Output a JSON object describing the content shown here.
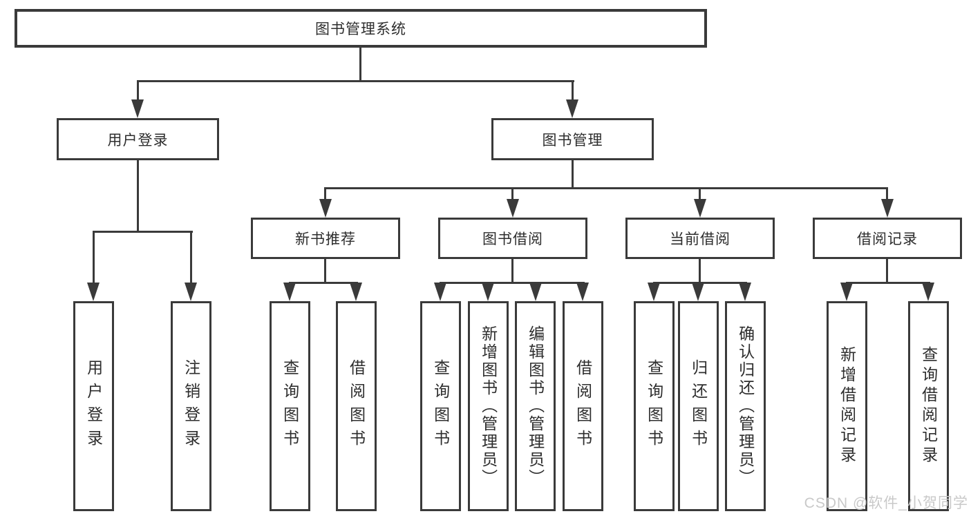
{
  "diagram": {
    "title": "图书管理系统",
    "type": "functional-structure-tree",
    "colors": {
      "line": "#3a3a3a",
      "text": "#2d2d2d",
      "background": "#ffffff",
      "watermark": "#c9c9c9"
    },
    "tree": {
      "root": {
        "label": "图书管理系统"
      },
      "level2": [
        {
          "label": "用户登录"
        },
        {
          "label": "图书管理"
        }
      ],
      "level3": [
        {
          "label": "新书推荐",
          "parent": "图书管理"
        },
        {
          "label": "图书借阅",
          "parent": "图书管理"
        },
        {
          "label": "当前借阅",
          "parent": "图书管理"
        },
        {
          "label": "借阅记录",
          "parent": "图书管理"
        }
      ],
      "leaves": [
        {
          "label": "用户登录",
          "parent": "用户登录"
        },
        {
          "label": "注销登录",
          "parent": "用户登录"
        },
        {
          "label": "查询图书",
          "parent": "新书推荐"
        },
        {
          "label": "借阅图书",
          "parent": "新书推荐"
        },
        {
          "label": "查询图书",
          "parent": "图书借阅"
        },
        {
          "label": "新增图书（管理员）",
          "parent": "图书借阅"
        },
        {
          "label": "编辑图书（管理员）",
          "parent": "图书借阅"
        },
        {
          "label": "借阅图书",
          "parent": "图书借阅"
        },
        {
          "label": "查询图书",
          "parent": "当前借阅"
        },
        {
          "label": "归还图书",
          "parent": "当前借阅"
        },
        {
          "label": "确认归还（管理员）",
          "parent": "当前借阅"
        },
        {
          "label": "新增借阅记录",
          "parent": "借阅记录"
        },
        {
          "label": "查询借阅记录",
          "parent": "借阅记录"
        }
      ]
    },
    "watermark": "CSDN @软件_小贺同学"
  }
}
